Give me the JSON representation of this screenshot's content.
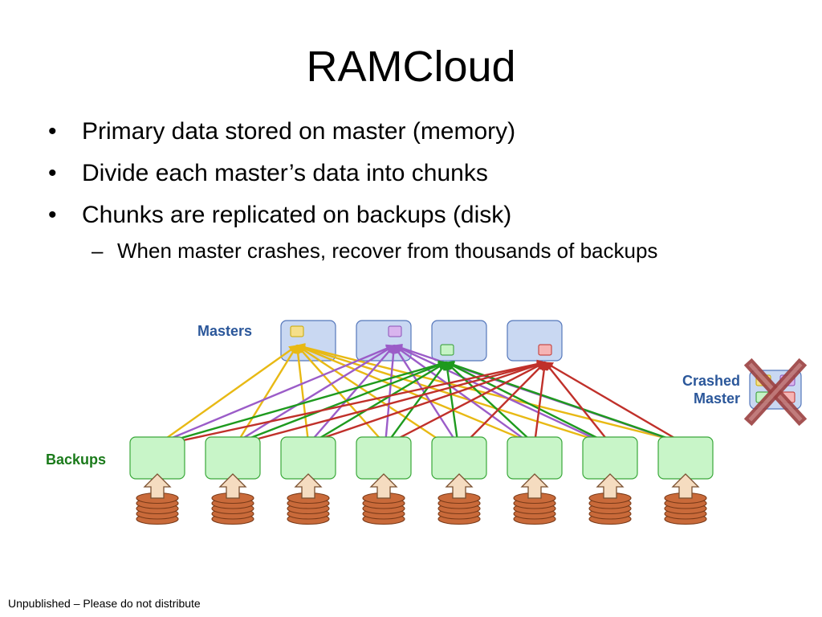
{
  "slide": {
    "title": "RAMCloud",
    "bullet_mark": "•",
    "sub_mark": "–",
    "bullets": [
      "Primary data stored on master (memory)",
      "Divide each master’s data into chunks",
      "Chunks are replicated on backups (disk)"
    ],
    "sub_bullets": [
      "When master crashes, recover from thousands of backups"
    ],
    "footer": "Unpublished – Please do not distribute"
  },
  "diagram": {
    "labels": {
      "masters": "Masters",
      "backups": "Backups",
      "crashed_line1": "Crashed",
      "crashed_line2": "Master"
    },
    "master_count": 4,
    "backup_count": 8,
    "chunk_colors": {
      "yellow": "#f5df8a",
      "purple": "#d9b4ee",
      "green": "#c6f4c6",
      "red": "#f6b4b4"
    },
    "arrow_colors": {
      "yellow": "#e8b914",
      "purple": "#9b5cc8",
      "green": "#1e9a1e",
      "red": "#c0302a"
    },
    "colors": {
      "master_fill": "#c9d8f2",
      "master_stroke": "#5577bb",
      "backup_fill": "#c8f5c8",
      "backup_stroke": "#3aa83a",
      "disk_fill": "#c96a3a",
      "disk_stroke": "#7a3a18",
      "upload_arrow_fill": "#f5dcc0",
      "upload_arrow_stroke": "#7a5030",
      "cross_color": "#9b4040"
    }
  }
}
